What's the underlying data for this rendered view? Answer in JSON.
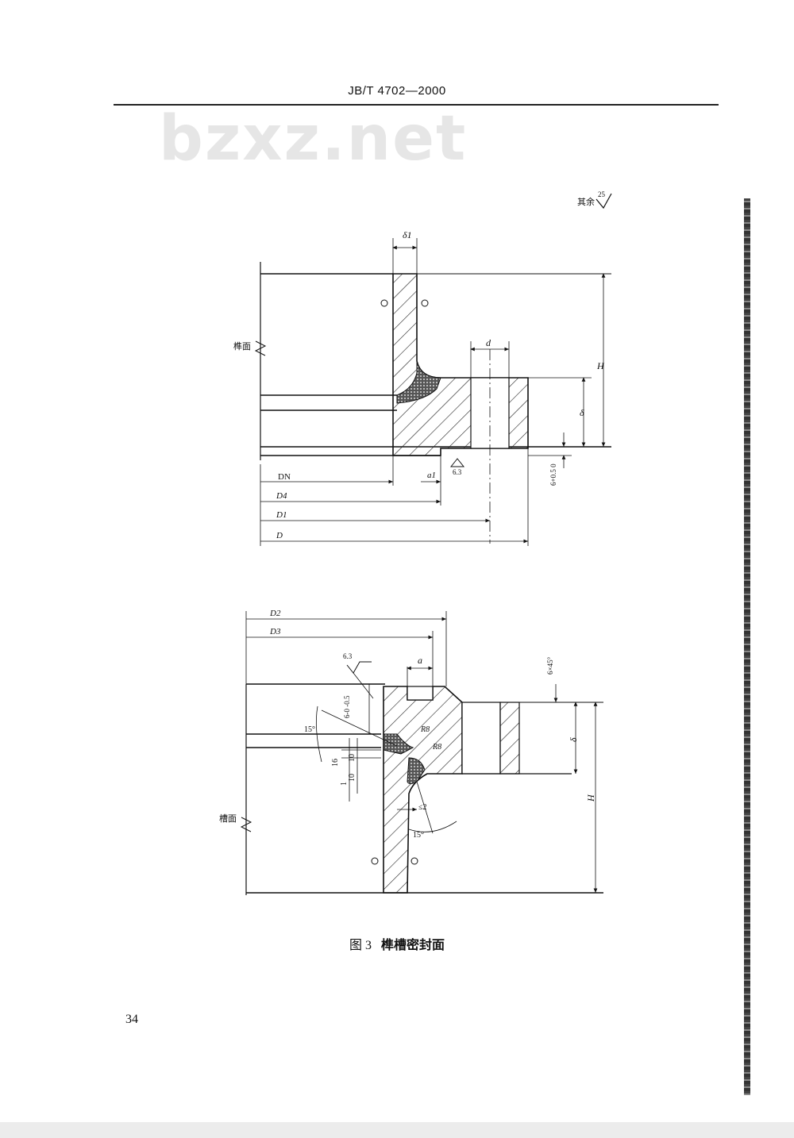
{
  "header": {
    "standard_code": "JB/T 4702—2000"
  },
  "watermark": "bzxz.net",
  "roughness_note": {
    "prefix": "其余",
    "value": "25"
  },
  "figure_top": {
    "face_label": "榫面",
    "labels": {
      "delta1": "δ1",
      "d": "d",
      "H": "H",
      "delta": "δ",
      "DN": "DN",
      "D4": "D4",
      "a1": "a1",
      "D1": "D1",
      "D": "D",
      "roughness": "6.3",
      "tolerance": "6+0.5 0"
    }
  },
  "figure_bottom": {
    "face_label": "槽面",
    "labels": {
      "D2": "D2",
      "D3": "D3",
      "a": "a",
      "roughness": "6.3",
      "chamfer": "6×45°",
      "tolerance": "6-0 -0.5",
      "angle_left": "15°",
      "R8_upper": "R8",
      "R8_lower": "R8",
      "delta": "δ",
      "H": "H",
      "dim_16": "16",
      "dim_10_upper": "10",
      "dim_10_lower": "10",
      "dim_1": "1",
      "dim_le2": "≤2",
      "angle_right": "15°"
    }
  },
  "caption": {
    "figure_number": "图 3",
    "title": "榫槽密封面"
  },
  "page_number": "34"
}
